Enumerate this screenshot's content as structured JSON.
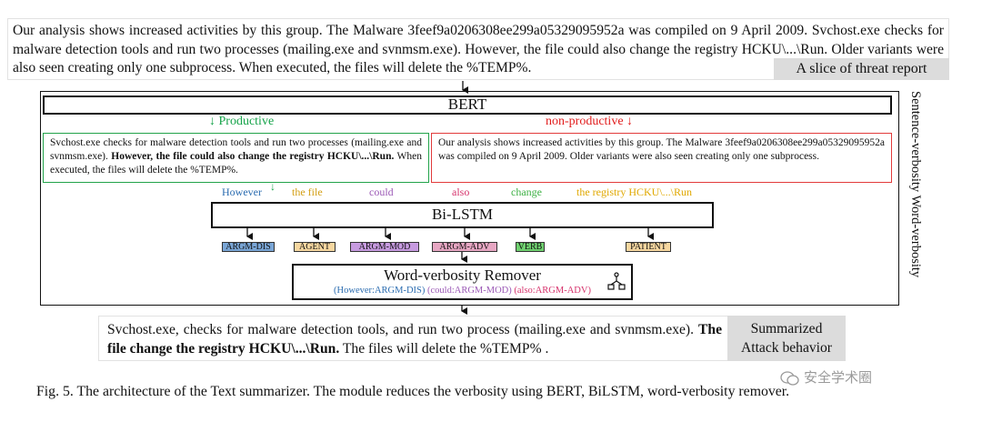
{
  "report": {
    "text": "Our analysis shows increased activities by this group. The Malware 3feef9a0206308ee299a05329095952a was compiled on 9 April 2009. Svchost.exe checks for malware detection tools and run two processes (mailing.exe and svnmsm.exe). However, the file could also change the registry HCKU\\...\\Run. Older variants were also seen creating only one subprocess. When executed, the files will delete the %TEMP%.",
    "label": "A slice of threat report"
  },
  "bert": {
    "label": "BERT"
  },
  "productive": {
    "label": "Productive",
    "color": "#16a34a",
    "text_before": "Svchost.exe checks for malware detection tools and run two processes (mailing.exe and svnmsm.exe). ",
    "text_bold": "However, the file could also change the registry HCKU\\...\\Run.",
    "text_after": " When executed, the files will delete the %TEMP%."
  },
  "nonproductive": {
    "label": "non-productive",
    "color": "#e11d1d",
    "text": "Our analysis shows increased activities by this group. The Malware 3feef9a0206308ee299a05329095952a was compiled on 9 April 2009. Older variants were also seen creating only one subprocess."
  },
  "words": [
    {
      "text": "However",
      "color": "#2b6cb0"
    },
    {
      "text": "the file",
      "color": "#d4a017"
    },
    {
      "text": "could",
      "color": "#9b59b6"
    },
    {
      "text": "also",
      "color": "#d6336c"
    },
    {
      "text": "change",
      "color": "#3cb043"
    },
    {
      "text": "the registry HCKU\\...\\Run",
      "color": "#e0a800"
    }
  ],
  "bilstm": {
    "label": "Bi-LSTM"
  },
  "roles": [
    {
      "text": "ARGM-DIS",
      "bg": "#7aa6d6"
    },
    {
      "text": "AGENT",
      "bg": "#f6d7a0"
    },
    {
      "text": "ARGM-MOD",
      "bg": "#c79be0"
    },
    {
      "text": "ARGM-ADV",
      "bg": "#e7a7c3"
    },
    {
      "text": "VERB",
      "bg": "#6fd16f"
    },
    {
      "text": "PATIENT",
      "bg": "#f6d7a0"
    }
  ],
  "wvr": {
    "title": "Word-verbosity Remover",
    "tags": [
      {
        "text": "(However:ARGM-DIS)",
        "color": "#2b6cb0"
      },
      {
        "text": "(could:ARGM-MOD)",
        "color": "#9b59b6"
      },
      {
        "text": "(also:ARGM-ADV)",
        "color": "#d6336c"
      }
    ]
  },
  "side_label": "Sentence-verbosity  Word-verbosity",
  "summary": {
    "text_before": "Svchost.exe, checks for malware detection tools, and run two process (mailing.exe and svnmsm.exe). ",
    "text_bold": "The file change the registry HCKU\\...\\Run.",
    "text_after": " The files will delete the %TEMP% .",
    "label_line1": "Summarized",
    "label_line2": "Attack behavior"
  },
  "caption": "Fig. 5.   The architecture of the Text summarizer. The module reduces the verbosity using BERT, BiLSTM, word-verbosity remover.",
  "watermark": "安全学术圈"
}
